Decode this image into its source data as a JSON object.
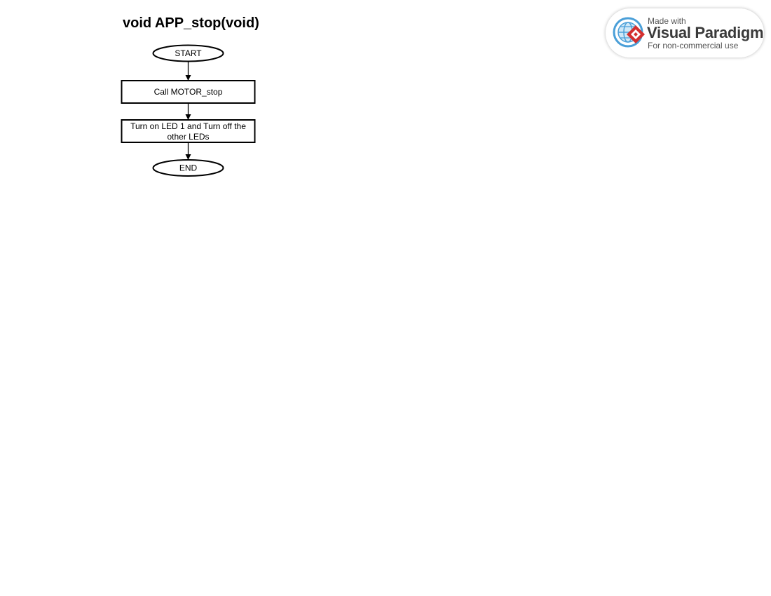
{
  "diagram": {
    "title": "void APP_stop(void)",
    "nodes": [
      {
        "id": "start",
        "shape": "terminator",
        "lines": [
          "START"
        ]
      },
      {
        "id": "call_motor",
        "shape": "process",
        "lines": [
          "Call MOTOR_stop"
        ]
      },
      {
        "id": "leds",
        "shape": "process",
        "lines": [
          "Turn on LED 1 and Turn off the",
          "other LEDs"
        ]
      },
      {
        "id": "end",
        "shape": "terminator",
        "lines": [
          "END"
        ]
      }
    ],
    "edges": [
      {
        "from": "start",
        "to": "call_motor"
      },
      {
        "from": "call_motor",
        "to": "leds"
      },
      {
        "from": "leds",
        "to": "end"
      }
    ]
  },
  "watermark": {
    "made_with": "Made with",
    "brand": "Visual Paradigm",
    "license": "For non-commercial use"
  },
  "colors": {
    "stroke": "#000000",
    "fill": "#ffffff",
    "logo_blue": "#4a9fd8",
    "logo_red": "#d32f2f"
  }
}
